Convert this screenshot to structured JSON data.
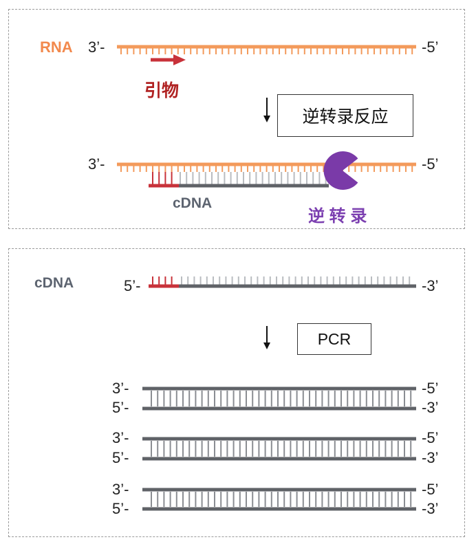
{
  "colors": {
    "rna": "#f39a5b",
    "primer": "#c8323a",
    "cdna": "#5f6267",
    "enzyme": "#7a3aa8",
    "rna_label": "#f2894d",
    "primer_label": "#b02222",
    "enzyme_label": "#7b3fb0",
    "cdna_label": "#5d6470"
  },
  "top": {
    "rna_label": "RNA",
    "rna_end_left": "3’-",
    "rna_end_right": "-5’",
    "primer_label": "引物",
    "step_label": "逆转录反应",
    "strand_end_left": "3’-",
    "strand_end_right": "-5’",
    "cdna_label": "cDNA",
    "enzyme_label": "逆 转 录"
  },
  "bottom": {
    "cdna_label": "cDNA",
    "cdna_end_left": "5’-",
    "cdna_end_right": "-3’",
    "step_label": "PCR",
    "products": [
      {
        "top_left": "3’-",
        "top_right": "-5’",
        "bottom_left": "5’-",
        "bottom_right": "-3’"
      },
      {
        "top_left": "3’-",
        "top_right": "-5’",
        "bottom_left": "5’-",
        "bottom_right": "-3’"
      },
      {
        "top_left": "3’-",
        "top_right": "-5’",
        "bottom_left": "5’-",
        "bottom_right": "-3’"
      }
    ]
  },
  "icons": {
    "primer_arrow": "right-arrow-icon",
    "step_arrow": "down-arrow-icon",
    "enzyme": "reverse-transcriptase-pacman-icon"
  }
}
